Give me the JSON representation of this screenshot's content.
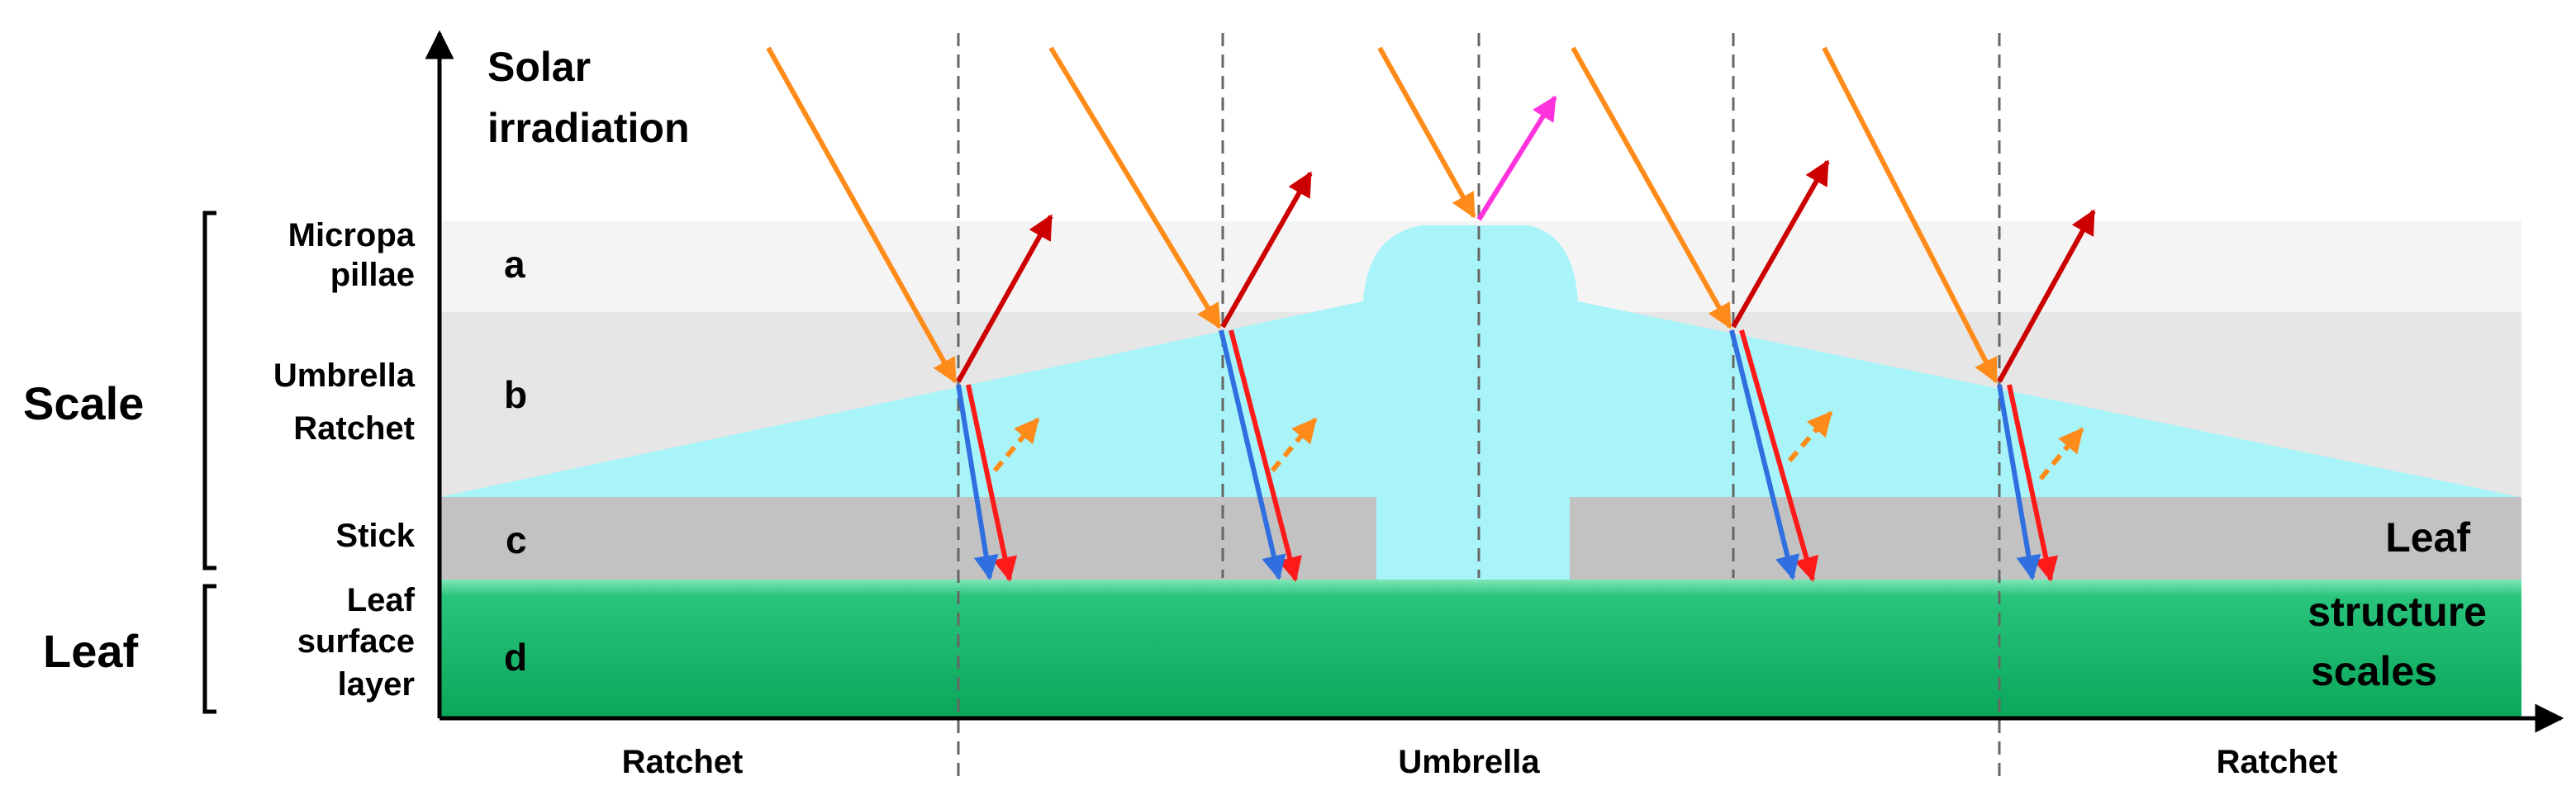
{
  "title": {
    "line1": "Solar",
    "line2": "irradiation"
  },
  "groups": {
    "scale": "Scale",
    "leaf": "Leaf"
  },
  "layers": {
    "a": {
      "letter": "a",
      "name_line1": "Micropa",
      "name_line2": "pillae"
    },
    "b": {
      "letter": "b",
      "name_line1": "Umbrella",
      "name_line2": "Ratchet"
    },
    "c": {
      "letter": "c",
      "name": "Stick"
    },
    "d": {
      "letter": "d",
      "name_line1": "Leaf",
      "name_line2": "surface",
      "name_line3": "layer"
    }
  },
  "bottom_labels": {
    "left": "Ratchet",
    "center": "Umbrella",
    "right": "Ratchet"
  },
  "leaf_structure": {
    "line1": "Leaf",
    "line2": "structure",
    "line3": "scales"
  },
  "colors": {
    "incident": "#ff8c1a",
    "reflected": "#cc0000",
    "apex_reflection": "#ff33dd",
    "refracted_red": "#ff1a1a",
    "refracted_blue": "#2f6fe0",
    "scattered": "#ff8c1a",
    "umbrella_fill": "#a8f4f8",
    "stick_fill": "#c2c2c2",
    "leaf_fill": "#16b866",
    "layer_a_fill": "#f4f4f4",
    "layer_b_fill": "#e6e6e6"
  }
}
